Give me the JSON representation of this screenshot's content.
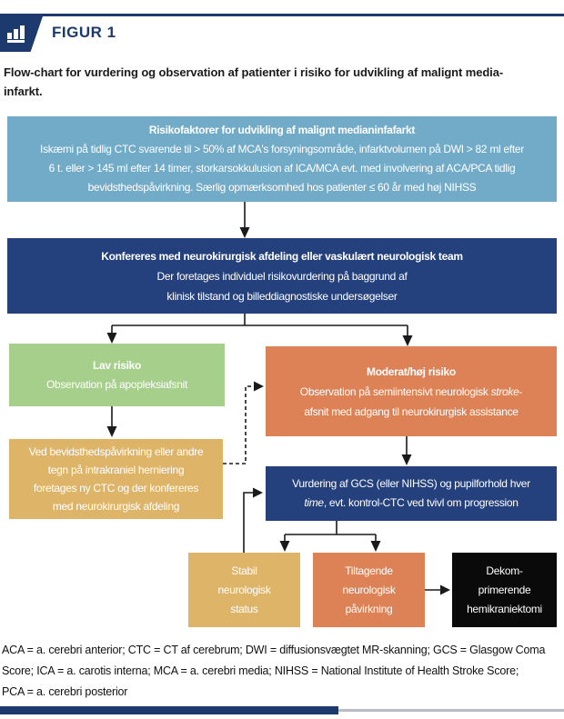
{
  "header": {
    "figure_label": "FIGUR 1",
    "icon": "bar-chart-icon",
    "caption_lines": [
      "Flow-chart for vurdering og observation af patienter i risiko for udvikling af malignt media-",
      "infarkt."
    ]
  },
  "flowchart": {
    "risk_factors": {
      "title": "Risikofaktorer for udvikling af malignt medianinfafarkt",
      "lines": [
        "Iskæmi på tidlig CTC svarende til > 50% af MCA's forsyningsområde, infarktvolumen på DWI > 82 ml efter",
        "6 t. eller > 145 ml efter 14 timer, storkarsokkulusion af ICA/MCA evt. med involvering af ACA/PCA tidlig",
        "bevidsthedspåvirkning. Særlig opmærksomhed hos patienter ≤ 60 år med høj NIHSS"
      ]
    },
    "conference": {
      "title": "Konfereres med neurokirurgisk afdeling eller vaskulært neurologisk team",
      "lines": [
        "Der foretages individuel risikovurdering på baggrund af",
        "klinisk tilstand og billeddiagnostiske undersøgelser"
      ]
    },
    "low_risk": {
      "title": "Lav risiko",
      "line": "Observation på apopleksiafsnit"
    },
    "moderate_high_risk": {
      "title": "Moderat/høj risiko",
      "line2_pre": "Observation på semiintensivt neurologisk ",
      "line2_italic": "stroke",
      "line2_post": "-",
      "line3": "afsnit med adgang til neurokirurgisk assistance"
    },
    "consciousness": {
      "lines": [
        "Ved bevidsthedspåvirkning eller andre",
        "tegn på intrakraniel herniering",
        "foretages ny CTC og der konfereres",
        "med neurokirurgisk afdeling"
      ]
    },
    "assessment": {
      "line1": "Vurdering af GCS (eller NIHSS) og pupilforhold hver",
      "line2_italic": "time",
      "line2_post": ", evt. kontrol-CTC ved tvivl om progression"
    },
    "stable": {
      "lines": [
        "Stabil",
        "neurologisk",
        "status"
      ]
    },
    "worsening": {
      "lines": [
        "Tiltagende",
        "neurologisk",
        "påvirkning"
      ]
    },
    "surgery": {
      "lines": [
        "Dekom-",
        "primerende",
        "hemikraniektomi"
      ]
    }
  },
  "footnote": {
    "lines": [
      "ACA = a. cerebri anterior; CTC = CT af cerebrum; DWI = diffusionsvægtet MR-skanning; GCS = Glasgow Coma",
      "Score; ICA = a. carotis interna; MCA = a. cerebri media; NIHSS = National Institute of Health Stroke Score;",
      "PCA = a. cerebri posterior"
    ]
  },
  "colors": {
    "header_navy": "#1c3a6e",
    "box_navy": "#24407d",
    "light_blue": "#72abc8",
    "green": "#a6cf8c",
    "orange": "#dc8256",
    "tan": "#deb469",
    "black_box": "#0a0a0a",
    "arrow": "#1a1a1a"
  }
}
